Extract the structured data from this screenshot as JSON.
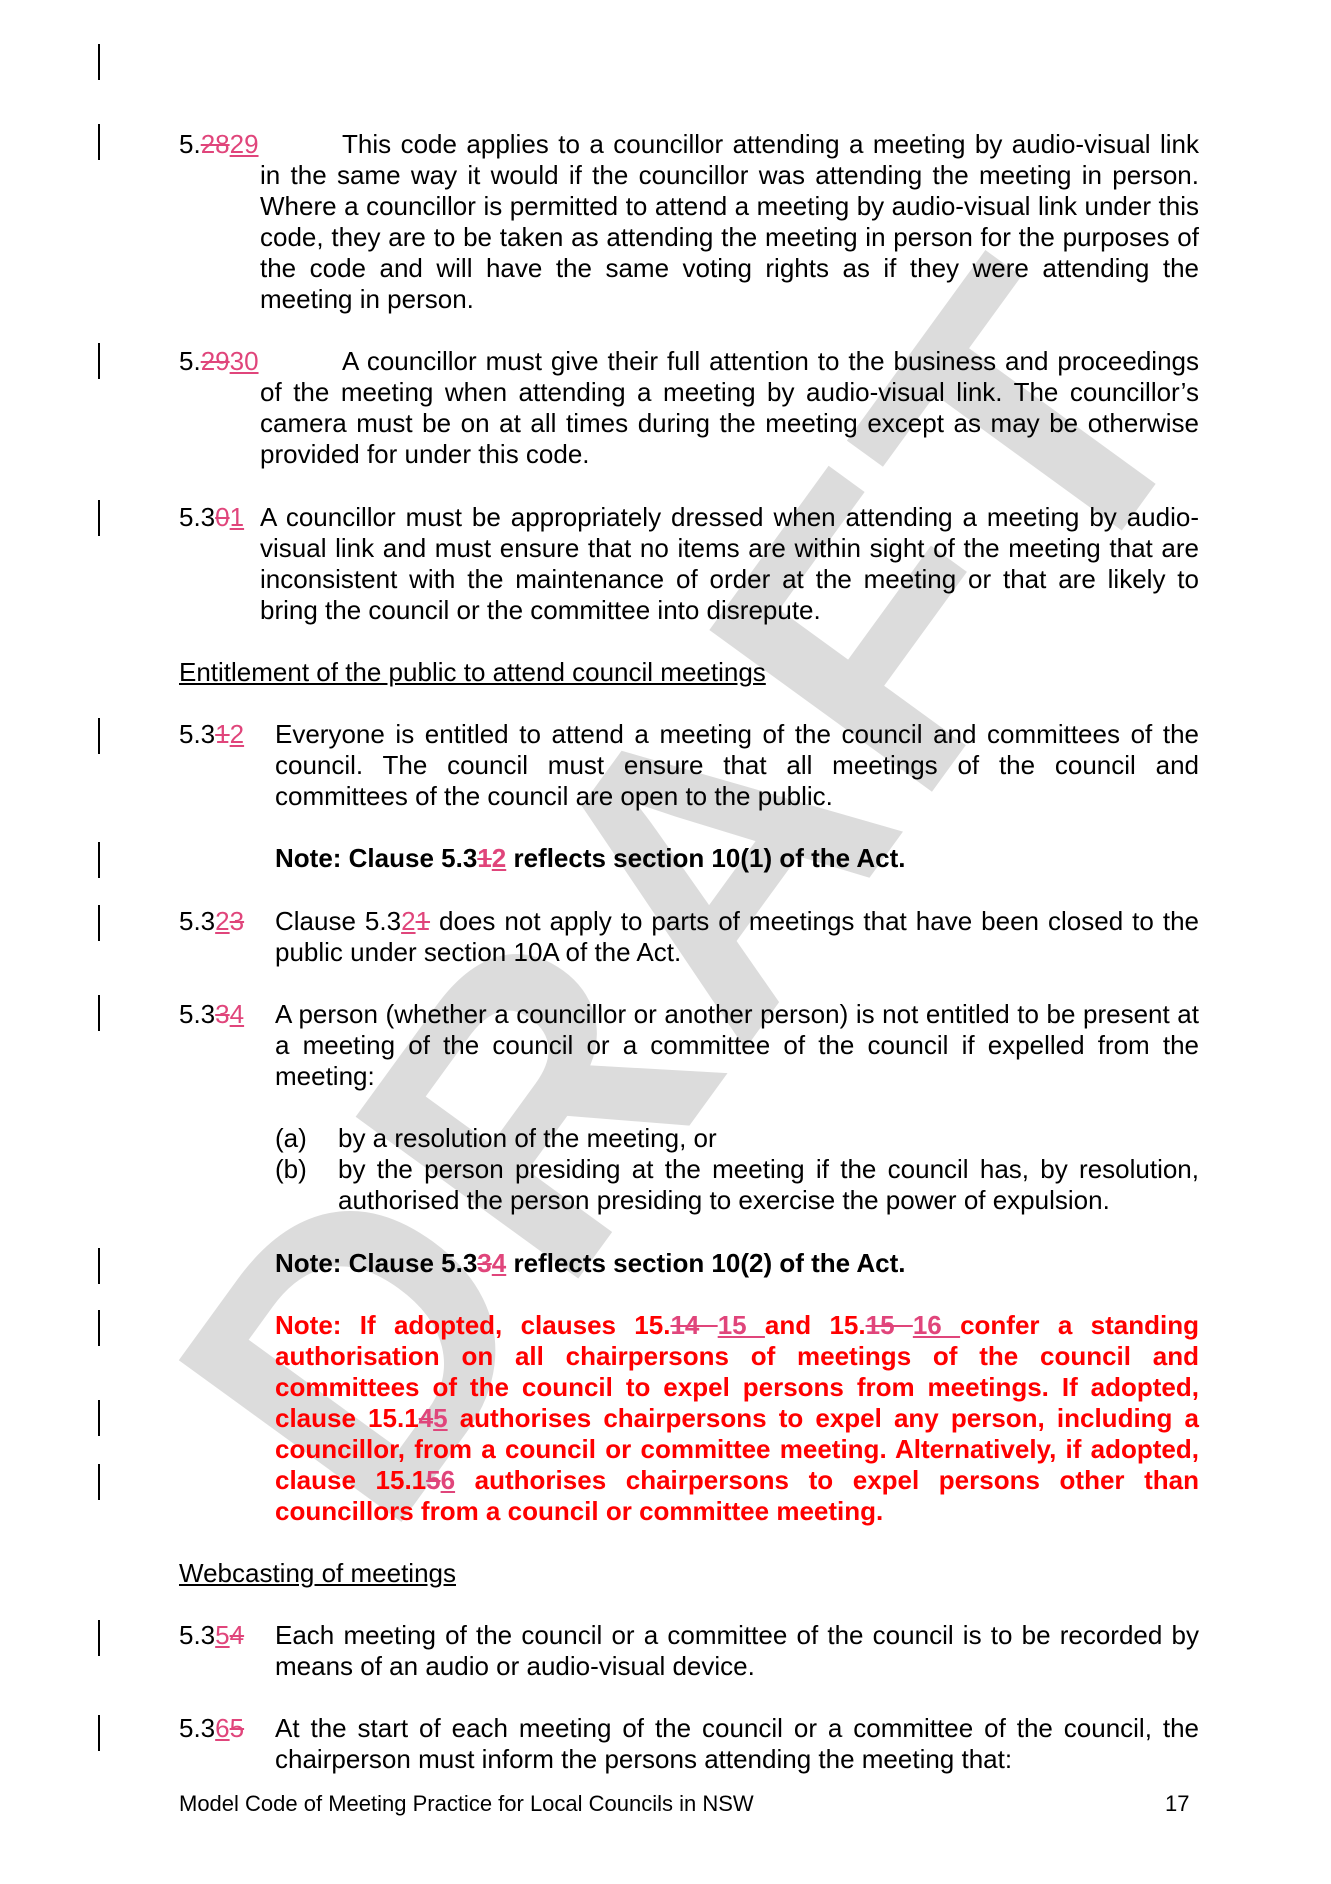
{
  "watermark": "DRAFT",
  "clauses": {
    "c529": {
      "prefix": "5.",
      "del": "28",
      "ins": "29",
      "body": "This code applies to a councillor attending a meeting by audio-visual link in the same way it would if the councillor was attending the meeting in person. Where a councillor is permitted to attend a meeting by audio-visual link under this code, they are to be taken as attending the meeting in person for the purposes of the code and will have the same voting rights as if they were attending the meeting in person."
    },
    "c530": {
      "prefix": "5.",
      "del": "29",
      "ins": "30",
      "body": "A councillor must give their full attention to the business and proceedings of the meeting when attending a meeting by audio-visual link. The councillor’s camera must be on at all times during the meeting except as may be otherwise provided for under this code."
    },
    "c531": {
      "prefix": "5.3",
      "del": "0",
      "ins": "1",
      "body": "A councillor must be appropriately dressed when attending a meeting by audio-visual link and must ensure that no items are within sight of the meeting that are inconsistent with the maintenance of order at the meeting or that are likely to bring the council or the committee into disrepute."
    },
    "c532": {
      "prefix": "5.3",
      "del": "1",
      "ins": "2",
      "body": "Everyone is entitled to attend a meeting of the council and committees of the council. The council must ensure that all meetings of the council and committees of the council are open to the public."
    },
    "note532": {
      "pre": "Note: Clause 5.3",
      "del": "1",
      "ins": "2",
      "post": " reflects section 10(1) of the Act."
    },
    "c533": {
      "prefix": "5.3",
      "ins": "2",
      "del": "3",
      "body_pre": "Clause 5.3",
      "body_ins": "2",
      "body_del": "1",
      "body_post": " does not apply to parts of meetings that have been closed to the public under section 10A of the Act."
    },
    "c534": {
      "prefix": "5.3",
      "del": "3",
      "ins": "4",
      "body": "A person (whether a councillor or another person) is not entitled to be present at a meeting of the council or a committee of the council if expelled from the meeting:"
    },
    "list534": [
      {
        "label": "(a)",
        "text": "by a resolution of the meeting, or"
      },
      {
        "label": "(b)",
        "text": "by the person presiding at the meeting if the council has, by resolution, authorised the person presiding to exercise the power of expulsion."
      }
    ],
    "note534": {
      "pre": "Note: Clause 5.3",
      "del": "3",
      "ins": "4",
      "post": " reflects section 10(2) of the Act."
    },
    "note_red": {
      "t1": "Note: If adopted, clauses 15.",
      "d1": "14 ",
      "i1": " 15 ",
      "t2": "and 15.",
      "d2": "15 ",
      "i2": " 16 ",
      "t3": "confer a standing authorisation on all chairpersons of meetings of the council and committees of the council to expel persons from meetings. If adopted, clause 15.1",
      "d3": "4",
      "i3": "5",
      "t4": " authorises chairpersons to expel any person, including a councillor, from a council or committee meeting. Alternatively, if adopted, clause 15.1",
      "d4": "5",
      "i4": "6",
      "t5": " authorises chairpersons to expel persons other than councillors from a council or committee meeting."
    },
    "c535": {
      "prefix": "5.3",
      "ins": "5",
      "del": "4",
      "body": "Each meeting of the council or a committee of the council is to be recorded by means of an audio or audio-visual device."
    },
    "c536": {
      "prefix": "5.3",
      "ins": "6",
      "del": "5",
      "body": "At the start of each meeting of the council or a committee of the council, the chairperson must inform the persons attending the meeting that:"
    }
  },
  "headings": {
    "public": "Entitlement of the public to attend council meetings",
    "webcasting": "Webcasting of meetings"
  },
  "footer": {
    "title": "Model Code of Meeting Practice for Local Councils in NSW",
    "page": "17"
  }
}
